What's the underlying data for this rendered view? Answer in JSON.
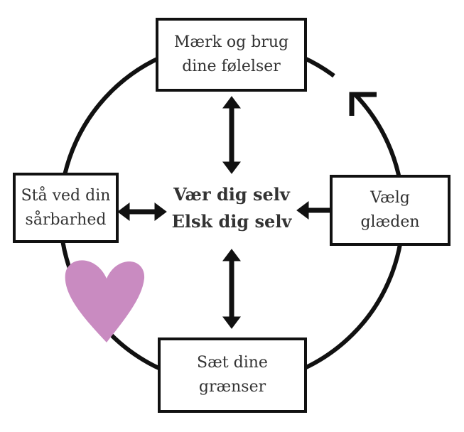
{
  "center": {
    "line1": "Vær dig selv",
    "line2": "Elsk dig selv"
  },
  "boxes": {
    "top": {
      "line1": "Mærk og brug",
      "line2": "dine følelser"
    },
    "left": {
      "line1": "Stå ved din",
      "line2": "sårbarhed"
    },
    "right": {
      "line1": "Vælg",
      "line2": "glæden"
    },
    "bottom": {
      "line1": "Sæt dine",
      "line2": "grænser"
    }
  },
  "colors": {
    "stroke": "#111111",
    "heart": "#c98bc1",
    "text": "#333333"
  }
}
